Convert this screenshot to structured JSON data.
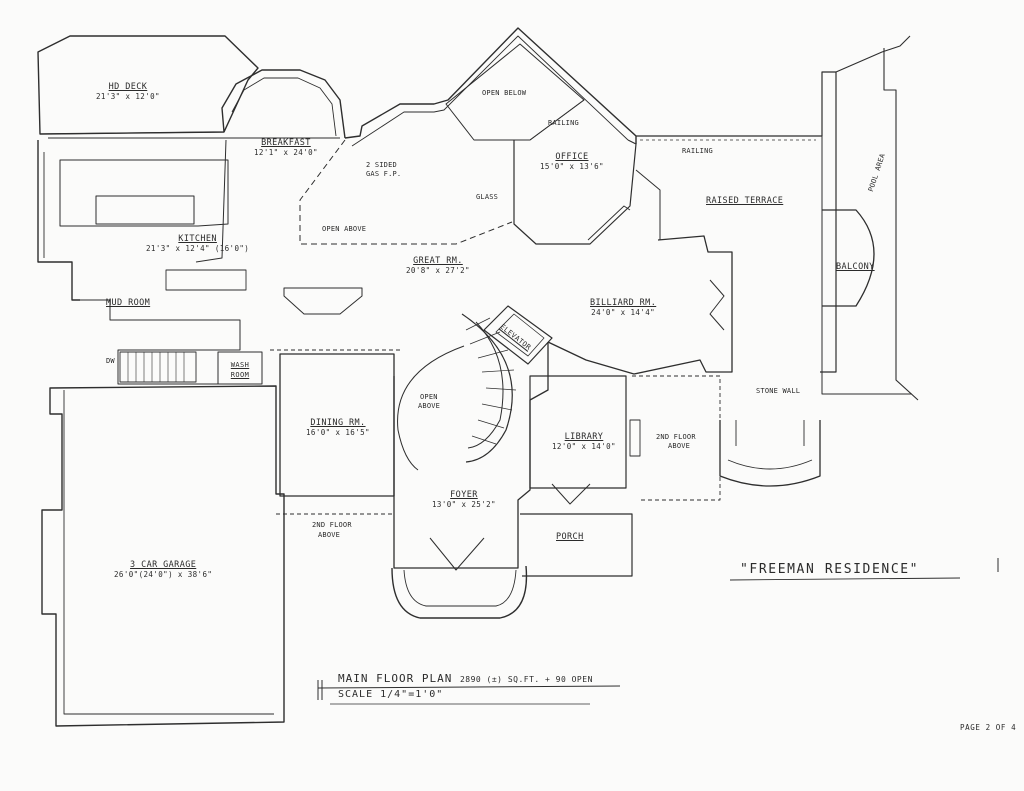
{
  "title": "\"FREEMAN RESIDENCE\"",
  "plan_name": "MAIN FLOOR PLAN",
  "area": "2890 (±) SQ.FT. + 90 OPEN",
  "scale": "SCALE 1/4\"=1'0\"",
  "page": "PAGE 2 OF 4",
  "rooms": {
    "hd_deck": {
      "name": "HD DECK",
      "dims": "21'3\" x 12'0\""
    },
    "breakfast": {
      "name": "BREAKFAST",
      "dims": "12'1\" x 24'0\""
    },
    "office": {
      "name": "OFFICE",
      "dims": "15'0\" x 13'6\""
    },
    "raised_terrace": {
      "name": "RAISED TERRACE"
    },
    "kitchen": {
      "name": "KITCHEN",
      "dims": "21'3\" x 12'4\" (16'0\")"
    },
    "great_rm": {
      "name": "GREAT RM.",
      "dims": "20'8\" x 27'2\""
    },
    "balcony": {
      "name": "BALCONY"
    },
    "billiard_rm": {
      "name": "BILLIARD RM.",
      "dims": "24'0\" x 14'4\""
    },
    "mud_room": {
      "name": "MUD ROOM"
    },
    "elevator": {
      "name": "ELEVATOR"
    },
    "wash_room": {
      "name": "WASH ROOM"
    },
    "dining_rm": {
      "name": "DINING RM.",
      "dims": "16'0\" x 16'5\""
    },
    "library": {
      "name": "LIBRARY",
      "dims": "12'0\" x 14'0\""
    },
    "foyer": {
      "name": "FOYER",
      "dims": "13'0\" x 25'2\""
    },
    "porch": {
      "name": "PORCH"
    },
    "garage": {
      "name": "3 CAR GARAGE",
      "dims": "26'0\"(24'0\") x 38'6\""
    }
  },
  "notes": {
    "open_below": "OPEN BELOW",
    "railing_1": "RAILING",
    "railing_2": "RAILING",
    "gas_fp_1": "2 SIDED",
    "gas_fp_2": "GAS F.P.",
    "glass": "GLASS",
    "open_above_great": "OPEN ABOVE",
    "pool_area": "POOL AREA",
    "open_above_stair_1": "OPEN",
    "open_above_stair_2": "ABOVE",
    "stone_wall": "STONE WALL",
    "second_floor_above_lib_1": "2ND FLOOR",
    "second_floor_above_lib_2": "ABOVE",
    "second_floor_above_din_1": "2ND FLOOR",
    "second_floor_above_din_2": "ABOVE",
    "dw": "DW"
  }
}
